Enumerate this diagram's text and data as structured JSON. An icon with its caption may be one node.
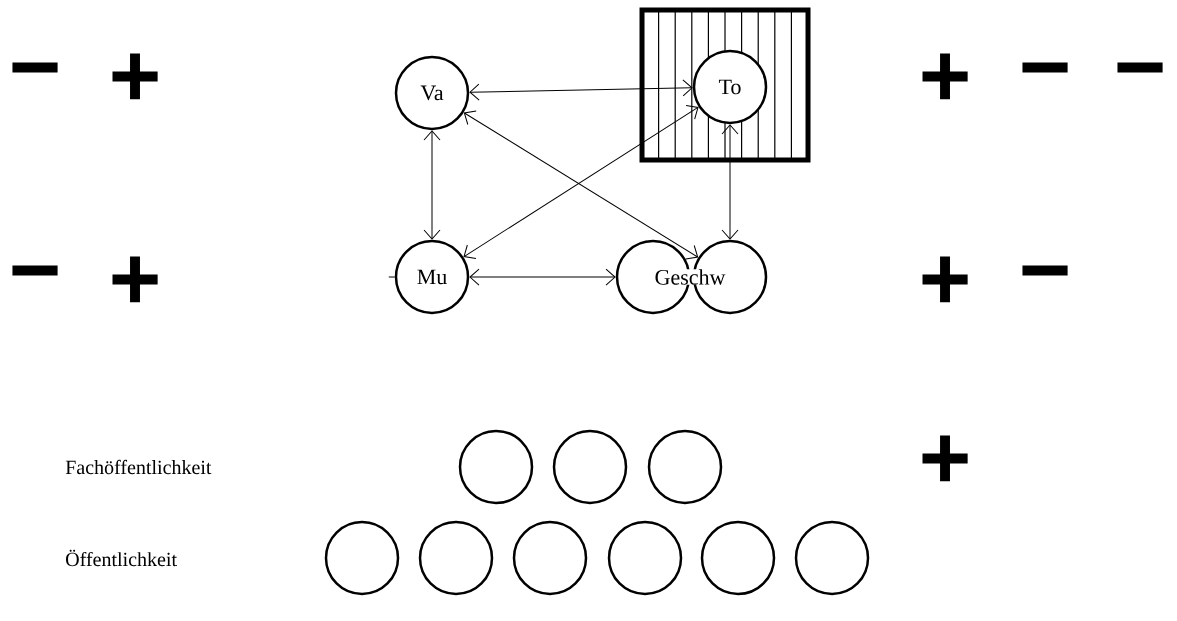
{
  "diagram": {
    "nodes": [
      {
        "text": [
          "Va"
        ]
      },
      {
        "text": [],
        "shape": "box"
      },
      {
        "text": [
          "To"
        ],
        "in": 1
      },
      {
        "text": [
          "Mu"
        ]
      },
      {
        "text": [
          "Geschw"
        ]
      },
      {
        "text": [],
        "shape": "circle"
      },
      {
        "text": [],
        "shape": "circle"
      },
      {
        "text": [],
        "shape": "circle"
      },
      {
        "text": [],
        "shape": "circle"
      },
      {
        "text": [],
        "shape": "circle"
      },
      {
        "text": [],
        "shape": "circle"
      },
      {
        "text": [],
        "shape": "circle"
      },
      {
        "text": [],
        "shape": "circle"
      },
      {
        "text": [],
        "shape": "circle"
      },
      {
        "text": [],
        "shape": "circle"
      }
    ],
    "edges": [
      {
        "from": 0,
        "to": 2,
        "arrow": "both"
      },
      {
        "from": 0,
        "to": 5,
        "arrow": "both"
      },
      {
        "from": 0,
        "to": 3,
        "arrow": "both"
      },
      {
        "from": 2,
        "to": 3,
        "arrow": "both"
      },
      {
        "from": 2,
        "to": 5,
        "arrow": "both"
      },
      {
        "from": 3,
        "to": 4,
        "arrow": "both"
      }
    ],
    "labels": [
      "−",
      "+",
      "+",
      "−",
      "−",
      "−",
      "+",
      "+",
      "−",
      "Fachöffentlichkeit",
      "+",
      "Öffentlichkeit"
    ]
  }
}
